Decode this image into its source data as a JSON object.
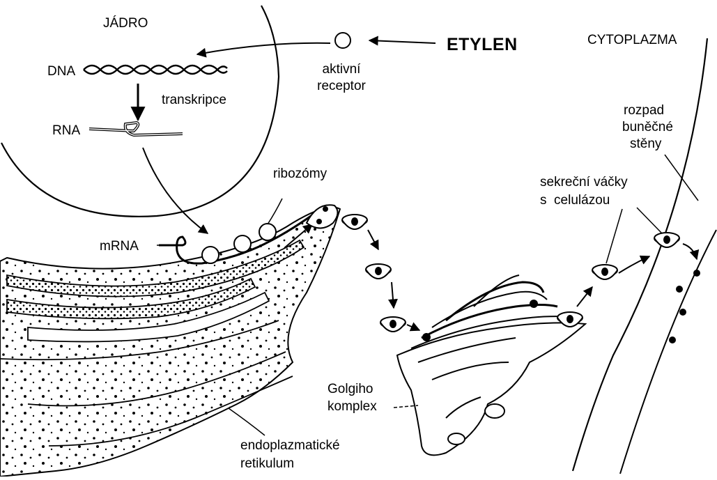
{
  "labels": {
    "nucleus": "JÁDRO",
    "cytoplasm": "CYTOPLAZMA",
    "ethylene": "ETYLEN",
    "receptor_line1": "aktivní",
    "receptor_line2": "receptor",
    "dna": "DNA",
    "transcription": "transkripce",
    "rna": "RNA",
    "ribosomes": "ribozómy",
    "mrna": "mRNA",
    "cell_wall_line1": "rozpad",
    "cell_wall_line2": "buněčné",
    "cell_wall_line3": "stěny",
    "vesicles_line1": "sekreční váčky",
    "vesicles_line2": "s  celulázou",
    "golgi_line1": "Golgiho",
    "golgi_line2": "komplex",
    "er_line1": "endoplazmatické",
    "er_line2": "retikulum"
  },
  "colors": {
    "ink": "#000000",
    "background": "#ffffff",
    "er_fill": "#f2f2f2"
  }
}
